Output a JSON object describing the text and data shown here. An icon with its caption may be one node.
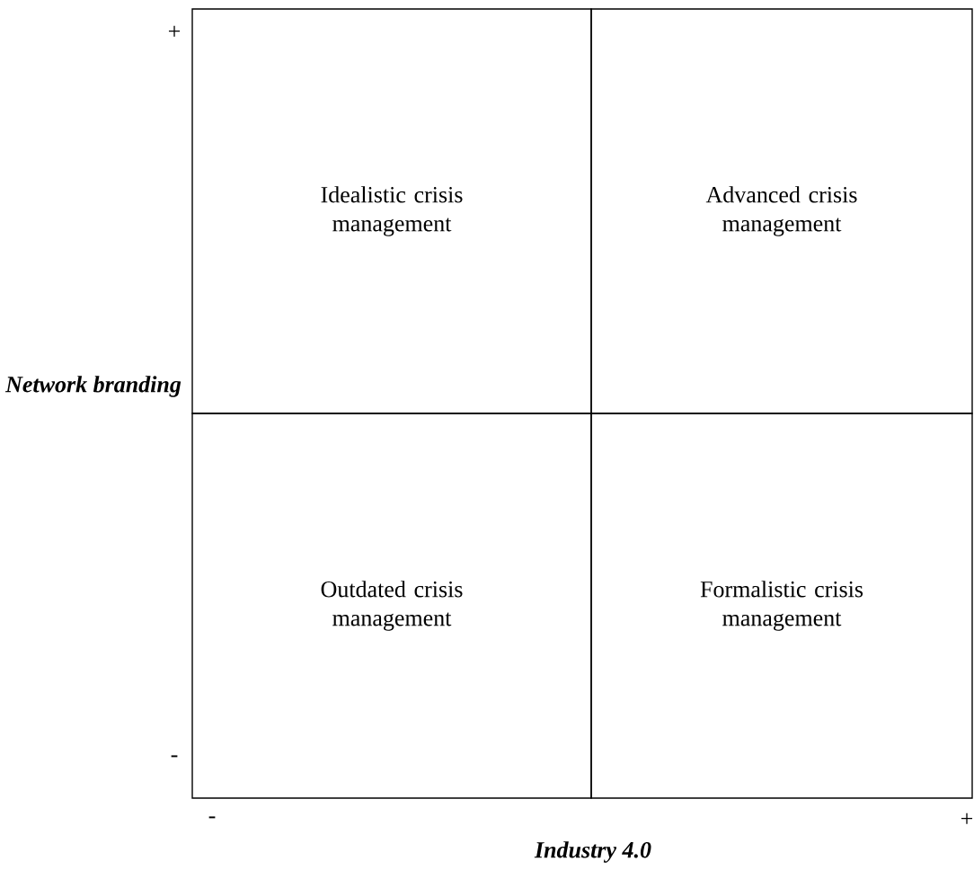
{
  "diagram": {
    "nodes": [
      {
        "text": [
          "Idealistic crisis management"
        ]
      },
      {
        "text": [
          "Advanced crisis management"
        ]
      },
      {
        "text": [
          "Outdated crisis management"
        ]
      },
      {
        "text": [
          "Formalistic crisis management"
        ]
      }
    ],
    "labels": [
      "+",
      "Network branding",
      "-",
      "-",
      "Industry 4.0",
      "+"
    ]
  }
}
